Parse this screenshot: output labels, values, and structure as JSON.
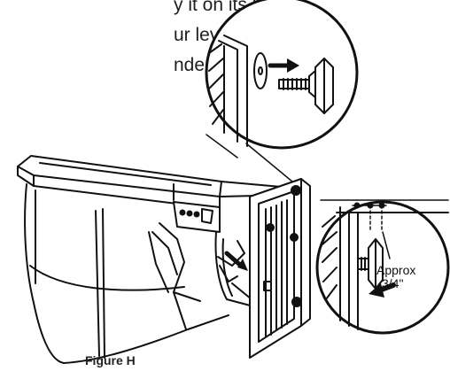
{
  "instructions": {
    "line1": "y it on its back.",
    "line2": "ur leveling",
    "line3": "nderside of"
  },
  "figure": {
    "caption": "Figure H",
    "callout_line1": "Approx",
    "callout_line2": "3/4\""
  }
}
